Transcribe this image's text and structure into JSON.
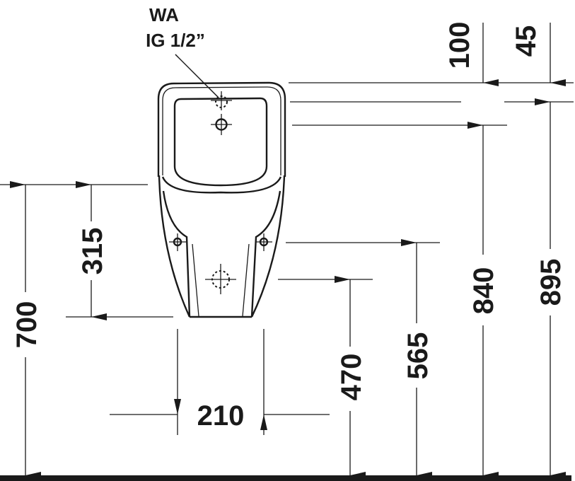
{
  "drawing": {
    "type": "urinal technical dimension drawing (front view)",
    "units": "mm",
    "connection_label": {
      "line1": "WA",
      "line2": "IG 1/2”"
    },
    "dimensions": {
      "d100": "100",
      "d45": "45",
      "d840": "840",
      "d895": "895",
      "d700": "700",
      "d315": "315",
      "d470": "470",
      "d565": "565",
      "d210": "210"
    },
    "colors": {
      "line": "#1a1a1a",
      "background": "#ffffff"
    }
  }
}
